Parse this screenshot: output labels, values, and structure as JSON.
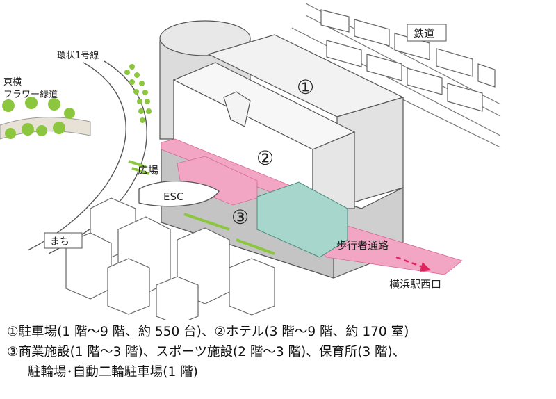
{
  "labels": {
    "railway": "鉄道",
    "ring_road": "環状1号線",
    "flower_path_line1": "東横",
    "flower_path_line2": "フラワー緑道",
    "plaza": "広場",
    "escalator": "ESC",
    "town": "まち",
    "walkway": "歩行者通路",
    "station": "横浜駅西口",
    "marker_1": "①",
    "marker_2": "②",
    "marker_3": "③"
  },
  "caption": {
    "line1": "①駐車場(1 階～9 階、約 550 台)、②ホテル(3 階～9 階、約 170 室)",
    "line2": "③商業施設(1 階～3 階)、スポーツ施設(2 階～3 階)、保育所(3 階)、",
    "line3": "駐輪場･自動二輪駐車場(1 階)"
  },
  "colors": {
    "pink": "#f3a6c3",
    "teal": "#a7d7cc",
    "green": "#8cc63e",
    "grey": "#c9c9c9",
    "outline": "#555555"
  }
}
